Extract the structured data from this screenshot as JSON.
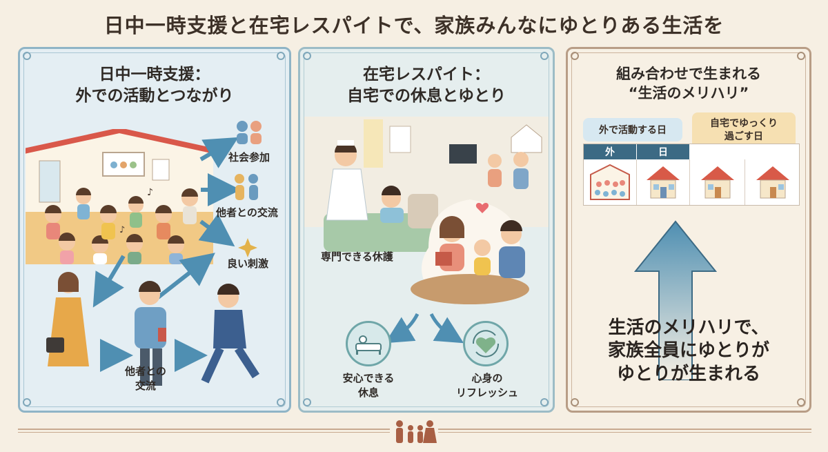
{
  "title": "日中一時支援と在宅レスパイトで、家族みんなにゆとりある生活を",
  "panel_day": {
    "title_line1": "日中一時支援：",
    "title_line2": "外での活動とつながり",
    "labels": {
      "social": "社会参加",
      "interaction": "他者との交流",
      "stimulus": "良い刺激",
      "family_interaction_line1": "他者との",
      "family_interaction_line2": "交流"
    }
  },
  "panel_home": {
    "title_line1": "在宅レスパイト：",
    "title_line2": "自宅での休息とゆとり",
    "labels": {
      "care": "専門できる休護",
      "rest_line1": "安心できる",
      "rest_line2": "休息",
      "refresh_line1": "心身の",
      "refresh_line2": "リフレッシュ"
    }
  },
  "panel_combo": {
    "title_line1": "組み合わせで生まれる",
    "title_line2": "“生活のメリハリ”",
    "legend_out": "外で活動する日",
    "legend_home_line1": "自宅でゆっくり",
    "legend_home_line2": "過ごす日",
    "table_head_1": "外",
    "table_head_2": "日",
    "conclusion_line1": "生活のメリハリで、",
    "conclusion_line2": "家族全員にゆとりが",
    "conclusion_line3": "ゆとりが生まれる"
  },
  "colors": {
    "background": "#f6efe3",
    "panel_day_border": "#8fb4c6",
    "panel_home_border": "#9cbcc6",
    "panel_combo_border": "#b89d86",
    "arrow_blue": "#4f8fb2",
    "table_header": "#3c6a84"
  },
  "icons": [
    "people-icon",
    "heart-icon",
    "bed-icon",
    "house-icon",
    "family-icon",
    "sparkle-icon",
    "arrow-icon"
  ]
}
